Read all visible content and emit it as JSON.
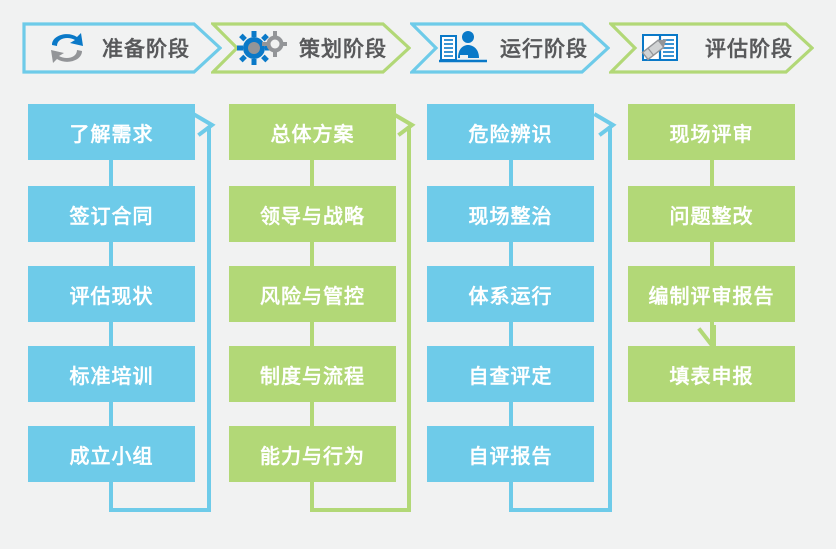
{
  "palette": {
    "background": "#f1f2f2",
    "blue": "#6ecbe9",
    "green": "#b2d877",
    "icon_blue": "#0a79c8",
    "icon_gray": "#939598",
    "header_text": "#58595b",
    "box_text": "#ffffff"
  },
  "header": {
    "stages": [
      {
        "label": "准备阶段",
        "color": "#6ecbe9",
        "icon": "refresh-cycle-icon"
      },
      {
        "label": "策划阶段",
        "color": "#b2d877",
        "icon": "gears-icon"
      },
      {
        "label": "运行阶段",
        "color": "#6ecbe9",
        "icon": "person-at-desk-icon"
      },
      {
        "label": "评估阶段",
        "color": "#b2d877",
        "icon": "pencil-and-book-icon"
      }
    ]
  },
  "columns": [
    {
      "stage": "准备阶段",
      "color": "blue",
      "steps": [
        "了解需求",
        "签订合同",
        "评估现状",
        "标准培训",
        "成立小组"
      ]
    },
    {
      "stage": "策划阶段",
      "color": "green",
      "steps": [
        "总体方案",
        "领导与战略",
        "风险与管控",
        "制度与流程",
        "能力与行为"
      ]
    },
    {
      "stage": "运行阶段",
      "color": "blue",
      "steps": [
        "危险辨识",
        "现场整治",
        "体系运行",
        "自查评定",
        "自评报告"
      ]
    },
    {
      "stage": "评估阶段",
      "color": "green",
      "steps": [
        "现场评审",
        "问题整改",
        "编制评审报告",
        "填表申报"
      ]
    }
  ]
}
